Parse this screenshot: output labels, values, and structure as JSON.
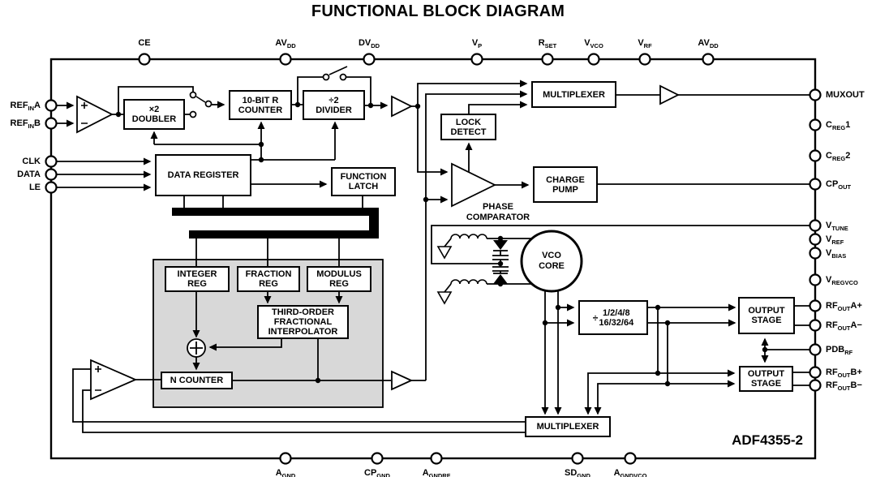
{
  "title": "FUNCTIONAL BLOCK DIAGRAM",
  "chip_label": "ADF4355-2",
  "colors": {
    "line": "#000000",
    "background": "#ffffff",
    "block_fill": "#ffffff",
    "shaded_region_fill": "#d8d8d8"
  },
  "labels": {
    "phase_comparator": [
      "PHASE",
      "COMPARATOR"
    ],
    "vco_core": [
      "VCO",
      "CORE"
    ]
  },
  "blocks": [
    {
      "id": "doubler",
      "lines": [
        "×2",
        "DOUBLER"
      ]
    },
    {
      "id": "r-counter",
      "lines": [
        "10-BIT R",
        "COUNTER"
      ]
    },
    {
      "id": "ref-divider",
      "lines": [
        "÷2",
        "DIVIDER"
      ]
    },
    {
      "id": "data-register",
      "lines": [
        "DATA REGISTER"
      ]
    },
    {
      "id": "function-latch",
      "lines": [
        "FUNCTION",
        "LATCH"
      ]
    },
    {
      "id": "lock-detect",
      "lines": [
        "LOCK",
        "DETECT"
      ]
    },
    {
      "id": "multiplexer-top",
      "lines": [
        "MULTIPLEXER"
      ]
    },
    {
      "id": "charge-pump",
      "lines": [
        "CHARGE",
        "PUMP"
      ]
    },
    {
      "id": "integer-reg",
      "lines": [
        "INTEGER",
        "REG"
      ]
    },
    {
      "id": "fraction-reg",
      "lines": [
        "FRACTION",
        "REG"
      ]
    },
    {
      "id": "modulus-reg",
      "lines": [
        "MODULUS",
        "REG"
      ]
    },
    {
      "id": "interpolator",
      "lines": [
        "THIRD-ORDER",
        "FRACTIONAL",
        "INTERPOLATOR"
      ]
    },
    {
      "id": "n-counter",
      "lines": [
        "N COUNTER"
      ]
    },
    {
      "id": "rf-divider",
      "prefix": "÷",
      "lines": [
        "1/2/4/8",
        "16/32/64"
      ]
    },
    {
      "id": "output-stage-a",
      "lines": [
        "OUTPUT",
        "STAGE"
      ]
    },
    {
      "id": "output-stage-b",
      "lines": [
        "OUTPUT",
        "STAGE"
      ]
    },
    {
      "id": "multiplexer-bottom",
      "lines": [
        "MULTIPLEXER"
      ]
    }
  ],
  "pins": {
    "top": [
      {
        "id": "ce",
        "parts": [
          [
            "CE",
            false
          ]
        ]
      },
      {
        "id": "avdd-1",
        "parts": [
          [
            "AV",
            false
          ],
          [
            "DD",
            true
          ]
        ]
      },
      {
        "id": "dvdd",
        "parts": [
          [
            "DV",
            false
          ],
          [
            "DD",
            true
          ]
        ]
      },
      {
        "id": "vp",
        "parts": [
          [
            "V",
            false
          ],
          [
            "P",
            true
          ]
        ]
      },
      {
        "id": "rset",
        "parts": [
          [
            "R",
            false
          ],
          [
            "SET",
            true
          ]
        ]
      },
      {
        "id": "vvco",
        "parts": [
          [
            "V",
            false
          ],
          [
            "VCO",
            true
          ]
        ]
      },
      {
        "id": "vrf",
        "parts": [
          [
            "V",
            false
          ],
          [
            "RF",
            true
          ]
        ]
      },
      {
        "id": "avdd-2",
        "parts": [
          [
            "AV",
            false
          ],
          [
            "DD",
            true
          ]
        ]
      }
    ],
    "left": [
      {
        "id": "refin-a",
        "parts": [
          [
            "REF",
            false
          ],
          [
            "IN",
            true
          ],
          [
            "A",
            false
          ]
        ]
      },
      {
        "id": "refin-b",
        "parts": [
          [
            "REF",
            false
          ],
          [
            "IN",
            true
          ],
          [
            "B",
            false
          ]
        ]
      },
      {
        "id": "clk",
        "parts": [
          [
            "CLK",
            false
          ]
        ]
      },
      {
        "id": "data",
        "parts": [
          [
            "DATA",
            false
          ]
        ]
      },
      {
        "id": "le",
        "parts": [
          [
            "LE",
            false
          ]
        ]
      }
    ],
    "right": [
      {
        "id": "muxout",
        "parts": [
          [
            "MUXOUT",
            false
          ]
        ]
      },
      {
        "id": "creg1",
        "parts": [
          [
            "C",
            false
          ],
          [
            "REG",
            true
          ],
          [
            "1",
            false
          ]
        ]
      },
      {
        "id": "creg2",
        "parts": [
          [
            "C",
            false
          ],
          [
            "REG",
            true
          ],
          [
            "2",
            false
          ]
        ]
      },
      {
        "id": "cpout",
        "parts": [
          [
            "CP",
            false
          ],
          [
            "OUT",
            true
          ]
        ]
      },
      {
        "id": "vtune",
        "parts": [
          [
            "V",
            false
          ],
          [
            "TUNE",
            true
          ]
        ]
      },
      {
        "id": "vref",
        "parts": [
          [
            "V",
            false
          ],
          [
            "REF",
            true
          ]
        ]
      },
      {
        "id": "vbias",
        "parts": [
          [
            "V",
            false
          ],
          [
            "BIAS",
            true
          ]
        ]
      },
      {
        "id": "vregvco",
        "parts": [
          [
            "V",
            false
          ],
          [
            "REGVCO",
            true
          ]
        ]
      },
      {
        "id": "rfout-a-plus",
        "parts": [
          [
            "RF",
            false
          ],
          [
            "OUT",
            true
          ],
          [
            "A+",
            false
          ]
        ]
      },
      {
        "id": "rfout-a-minus",
        "parts": [
          [
            "RF",
            false
          ],
          [
            "OUT",
            true
          ],
          [
            "A−",
            false
          ]
        ]
      },
      {
        "id": "pdb-rf",
        "parts": [
          [
            "PDB",
            false
          ],
          [
            "RF",
            true
          ]
        ]
      },
      {
        "id": "rfout-b-plus",
        "parts": [
          [
            "RF",
            false
          ],
          [
            "OUT",
            true
          ],
          [
            "B+",
            false
          ]
        ]
      },
      {
        "id": "rfout-b-minus",
        "parts": [
          [
            "RF",
            false
          ],
          [
            "OUT",
            true
          ],
          [
            "B−",
            false
          ]
        ]
      }
    ],
    "bottom": [
      {
        "id": "agnd",
        "parts": [
          [
            "A",
            false
          ],
          [
            "GND",
            true
          ]
        ]
      },
      {
        "id": "cpgnd",
        "parts": [
          [
            "CP",
            false
          ],
          [
            "GND",
            true
          ]
        ]
      },
      {
        "id": "agndrf",
        "parts": [
          [
            "A",
            false
          ],
          [
            "GNDRF",
            true
          ]
        ]
      },
      {
        "id": "sdgnd",
        "parts": [
          [
            "SD",
            false
          ],
          [
            "GND",
            true
          ]
        ]
      },
      {
        "id": "agndvco",
        "parts": [
          [
            "A",
            false
          ],
          [
            "GNDVCO",
            true
          ]
        ]
      }
    ]
  }
}
